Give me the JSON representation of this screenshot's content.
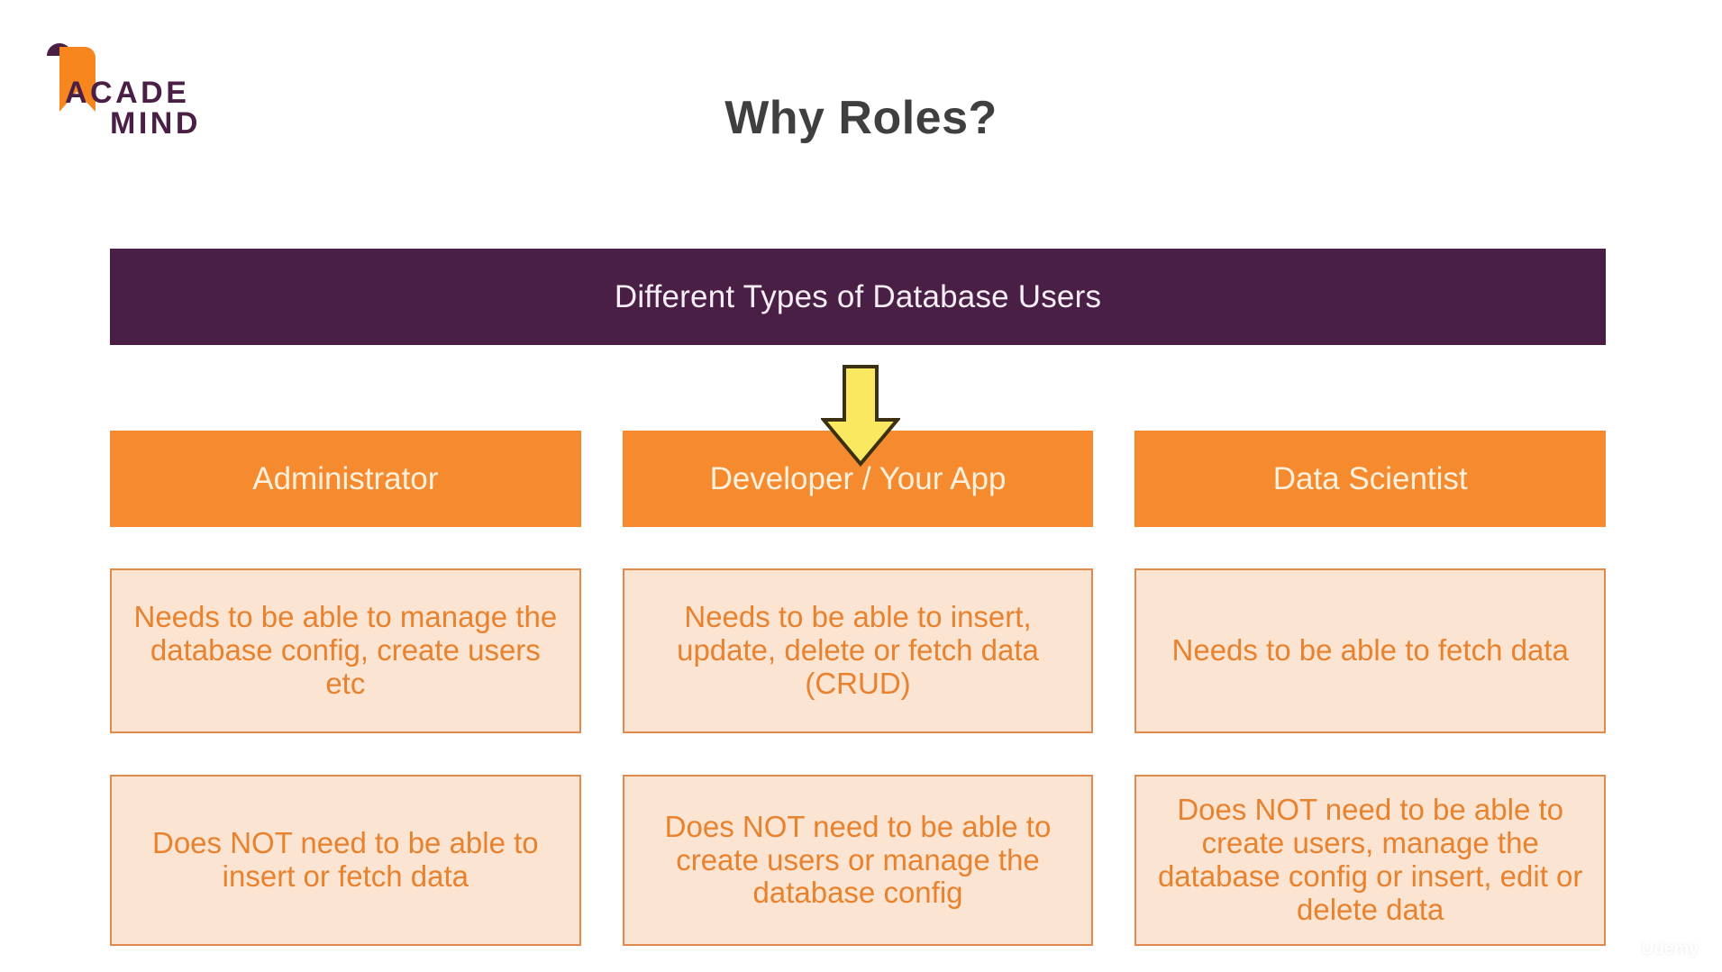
{
  "logo": {
    "name": "academind-logo",
    "line1": "ACADE",
    "line2": "MIND",
    "orange": "#F7861F",
    "purple": "#4A1F45"
  },
  "slide": {
    "title": "Why Roles?",
    "title_color": "#3F3F3F"
  },
  "banner": {
    "label": "Different Types of Database Users",
    "background": "#4A1F45",
    "text_color": "#F7EEF5"
  },
  "arrow": {
    "name": "down-arrow-icon",
    "fill": "#FAE960",
    "stroke": "#3B2F14",
    "points_to": "Developer / Your App"
  },
  "theme": {
    "header_orange": "#F58B2E",
    "header_text": "#FDF0DD",
    "note_fill": "#FBE4D2",
    "note_border": "#E08B4D",
    "note_text": "#E8822E"
  },
  "columns": [
    {
      "role": "Administrator",
      "needs": "Needs to be able to manage the database config, create users etc",
      "not_needs": "Does NOT need to be able to insert or fetch data"
    },
    {
      "role": "Developer / Your App",
      "needs": "Needs to be able to insert, update, delete or fetch data (CRUD)",
      "not_needs": "Does NOT need to be able to create users or manage the database config"
    },
    {
      "role": "Data Scientist",
      "needs": "Needs to be able to fetch data",
      "not_needs": "Does NOT need to be able to create users, manage the database config or insert, edit or delete data"
    }
  ],
  "watermark": {
    "label": "Udemy"
  }
}
